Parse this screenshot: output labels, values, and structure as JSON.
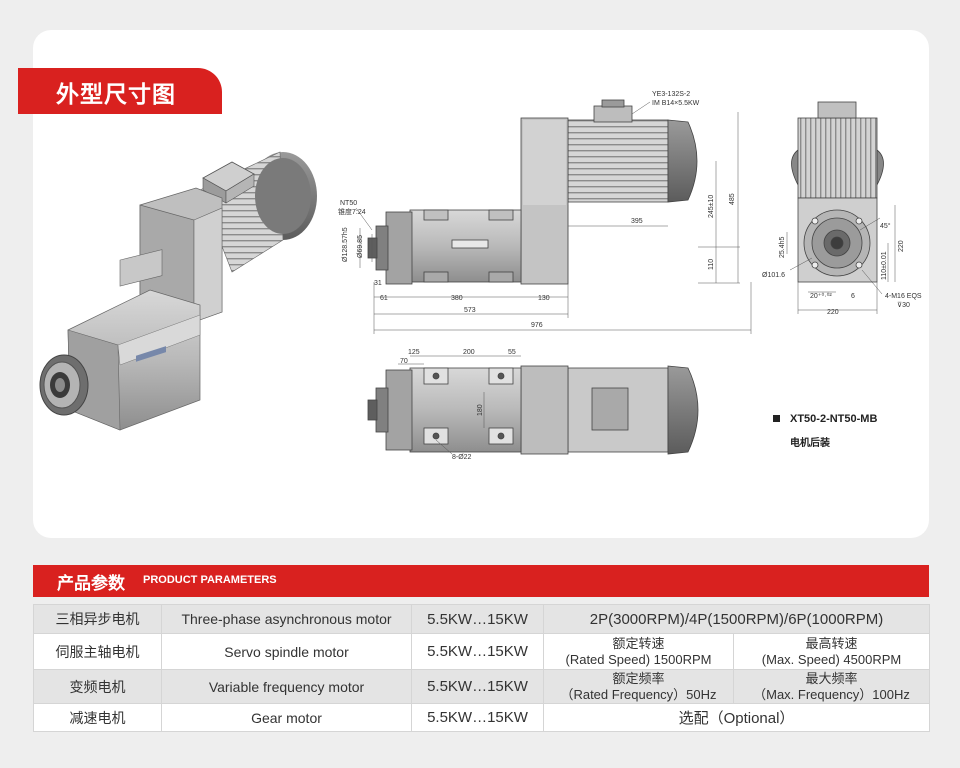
{
  "dimension_section": {
    "title": "外型尺寸图"
  },
  "drawing_labels": {
    "motor_model": "YE3-132S-2",
    "motor_spec": "IM B14×5.5KW",
    "holder": "NT50",
    "taper": "锥度7:24",
    "d_spindle": "Ø128.57h5",
    "d_nose": "Ø69.85",
    "d_pilot": "Ø101.6",
    "h_total": "485",
    "h_center": "245±10",
    "h_lower": "110",
    "len_motor": "395",
    "len_31": "31",
    "len_61": "61",
    "len_380": "380",
    "len_130": "130",
    "len_573": "573",
    "len_976": "976",
    "angle": "45°",
    "v_220": "220",
    "v_110": "110±0.01",
    "key": "25.4h5",
    "slot": "20⁺⁰·⁰²",
    "six": "6",
    "w_220": "220",
    "tap": "4-M16 EQS",
    "tap_depth": "⊽30",
    "top_125": "125",
    "top_200": "200",
    "top_55": "55",
    "top_70": "70",
    "top_180": "180",
    "holes": "8-Ø22"
  },
  "model_legend": {
    "model": "XT50-2-NT50-MB",
    "caption": "电机后装"
  },
  "params_section": {
    "title_zh": "产品参数",
    "title_en": "PRODUCT PARAMETERS"
  },
  "params_table": [
    {
      "zh": "三相异步电机",
      "en": "Three-phase asynchronous motor",
      "power": "5.5KW…15KW",
      "detail": "2P(3000RPM)/4P(1500RPM)/6P(1000RPM)"
    },
    {
      "zh": "伺服主轴电机",
      "en": "Servo spindle motor",
      "power": "5.5KW…15KW",
      "a_zh": "额定转速",
      "a_en": "(Rated Speed) 1500RPM",
      "b_zh": "最高转速",
      "b_en": "(Max. Speed) 4500RPM"
    },
    {
      "zh": "变频电机",
      "en": "Variable frequency motor",
      "power": "5.5KW…15KW",
      "a_zh": "额定频率",
      "a_en": "（Rated Frequency）50Hz",
      "b_zh": "最大频率",
      "b_en": "（Max. Frequency）100Hz"
    },
    {
      "zh": "减速电机",
      "en": "Gear motor",
      "power": "5.5KW…15KW",
      "detail": "选配（Optional）"
    }
  ]
}
